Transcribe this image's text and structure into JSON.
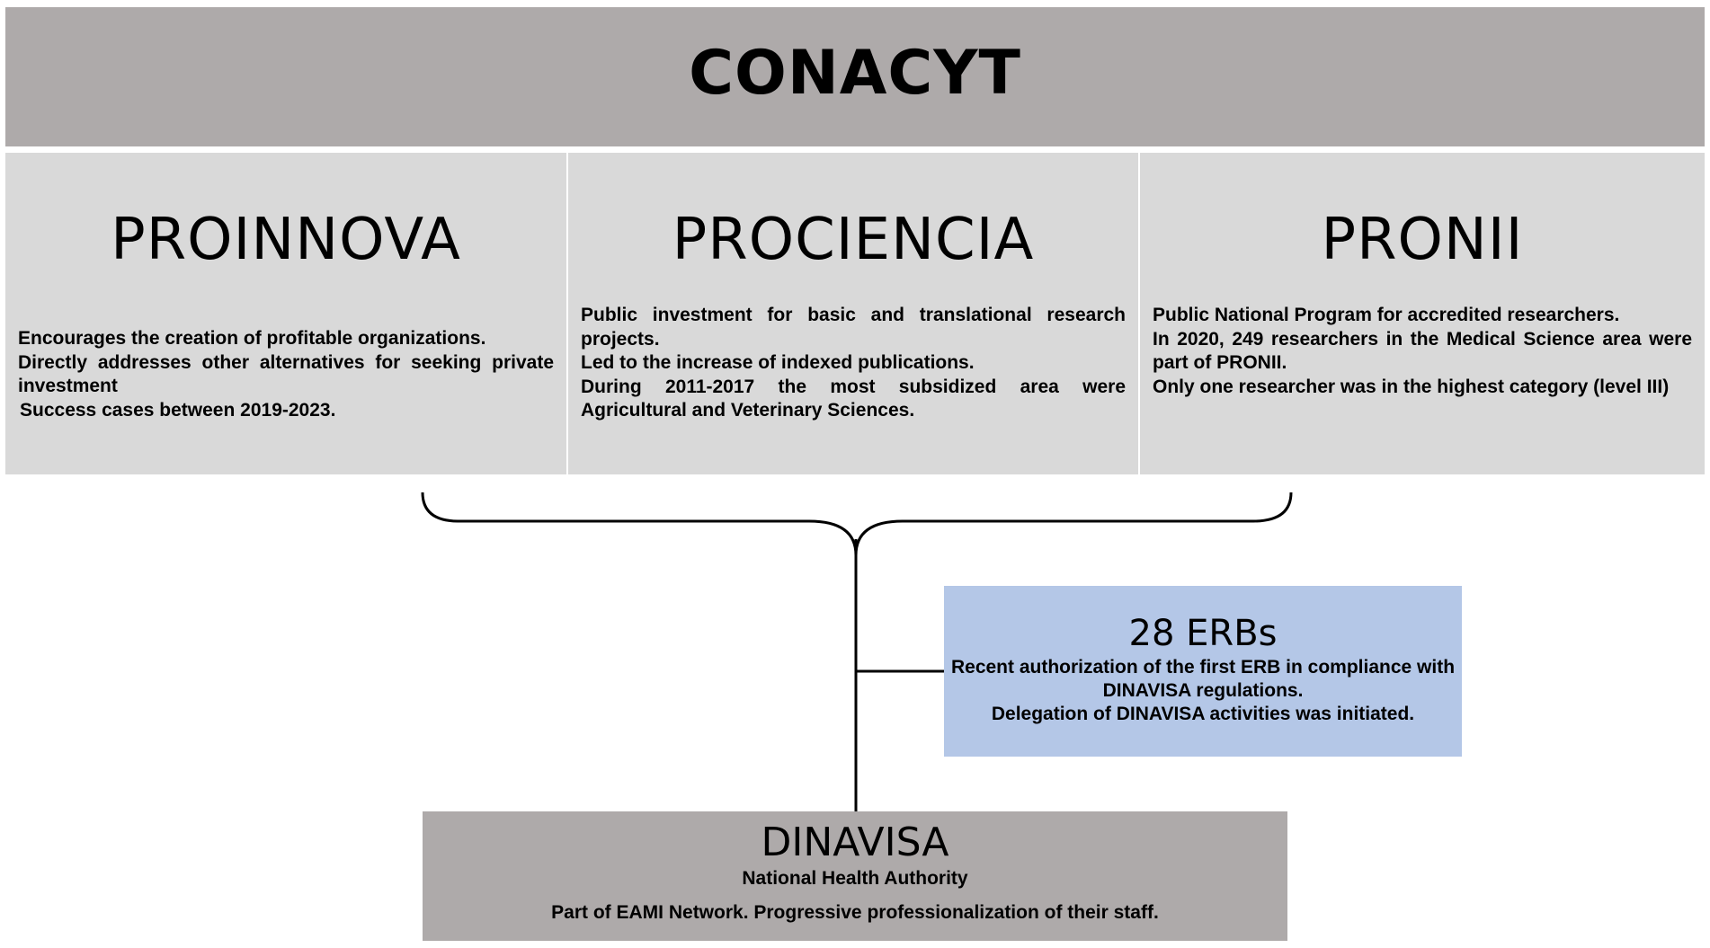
{
  "header": {
    "title": "CONACYT"
  },
  "programs": [
    {
      "title": "PROINNOVA",
      "lines": [
        "Encourages the creation of profitable organizations.",
        "Directly addresses other alternatives for seeking private investment",
        "Success cases between 2019-2023."
      ]
    },
    {
      "title": "PROCIENCIA",
      "lines": [
        "Public investment for basic and translational research projects.",
        "Led to the increase of indexed publications.",
        "During 2011-2017 the most subsidized area were Agricultural and Veterinary Sciences."
      ]
    },
    {
      "title": "PRONII",
      "lines": [
        "Public National Program for accredited researchers.",
        "In 2020, 249 researchers in the Medical Science area were part of PRONII.",
        "Only one researcher was in the highest category (level III)"
      ]
    }
  ],
  "erbs": {
    "title": "28 ERBs",
    "lines": [
      "Recent authorization of the first ERB in compliance with DINAVISA regulations.",
      "Delegation of DINAVISA activities was initiated."
    ]
  },
  "dinavisa": {
    "title": "DINAVISA",
    "subtitle": "National Health Authority",
    "description": "Part of EAMI Network. Progressive professionalization of their staff."
  },
  "colors": {
    "dark_gray": "#aeaaaa",
    "light_gray": "#d9d9d9",
    "light_blue": "#b4c7e7"
  }
}
